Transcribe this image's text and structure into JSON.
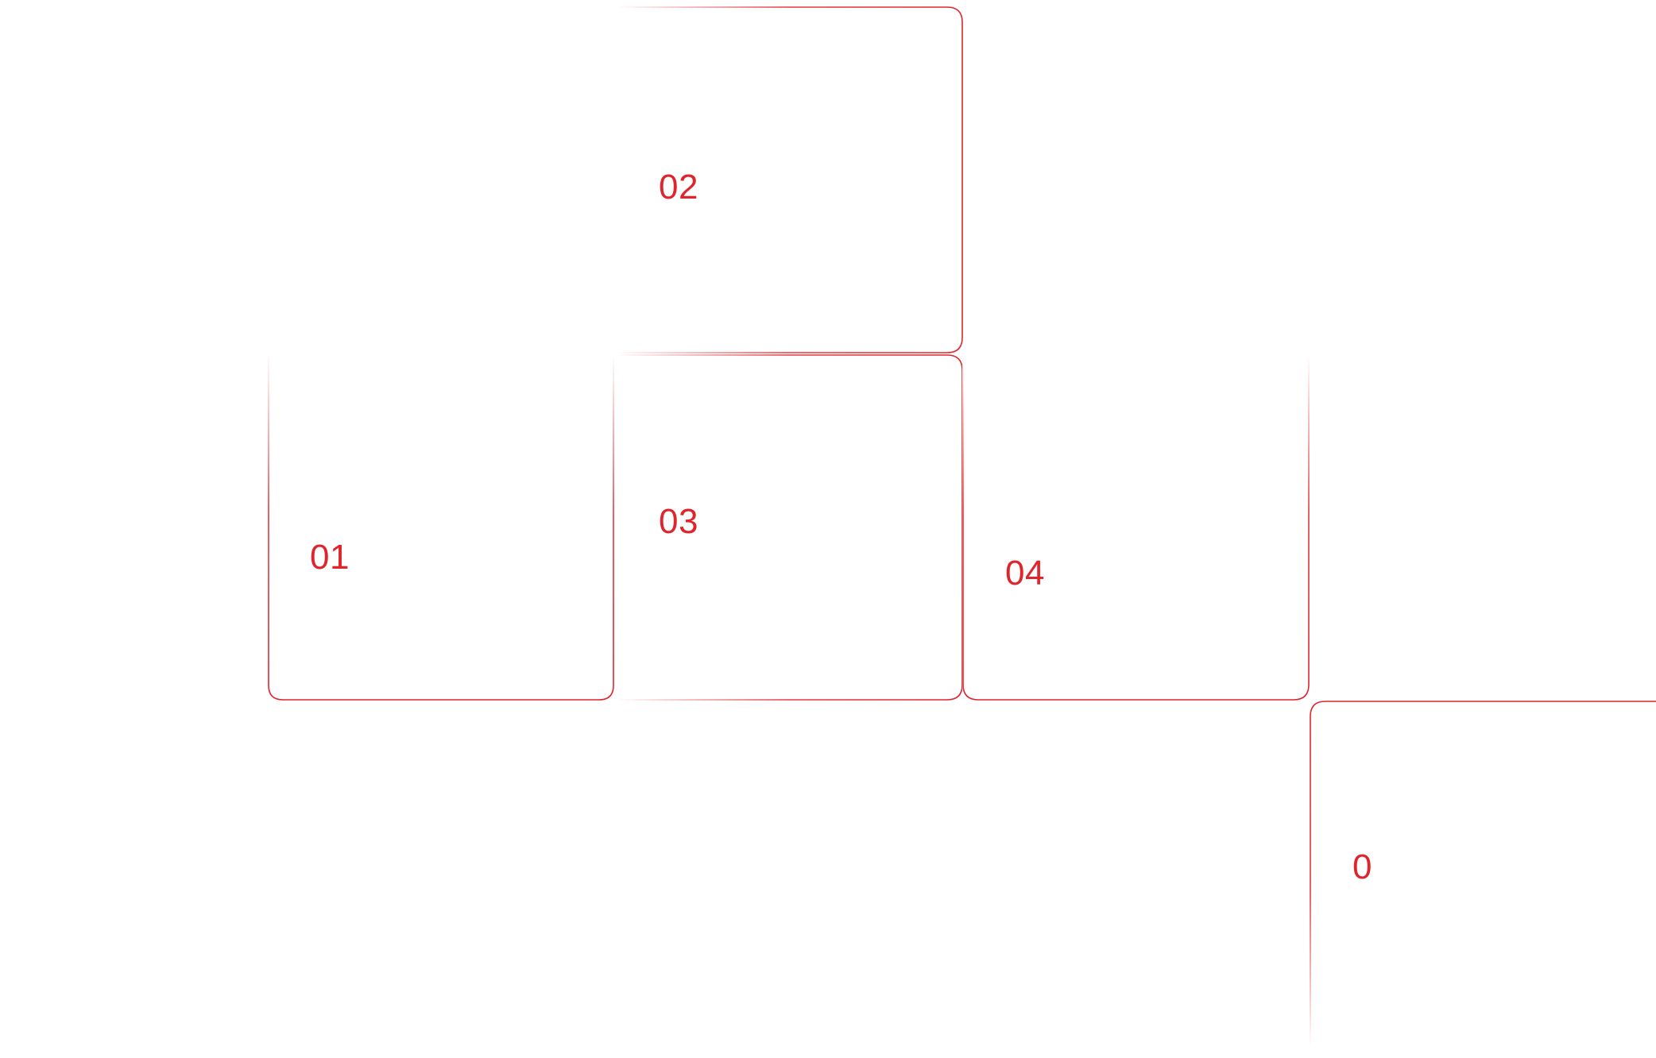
{
  "accent_color": "#e0242b",
  "cards": [
    {
      "label": "01",
      "edges": "fade-top"
    },
    {
      "label": "02",
      "edges": "fade-left"
    },
    {
      "label": "03",
      "edges": "fade-left"
    },
    {
      "label": "04",
      "edges": "fade-top"
    },
    {
      "label": "0",
      "edges": "fade-bottom"
    }
  ]
}
